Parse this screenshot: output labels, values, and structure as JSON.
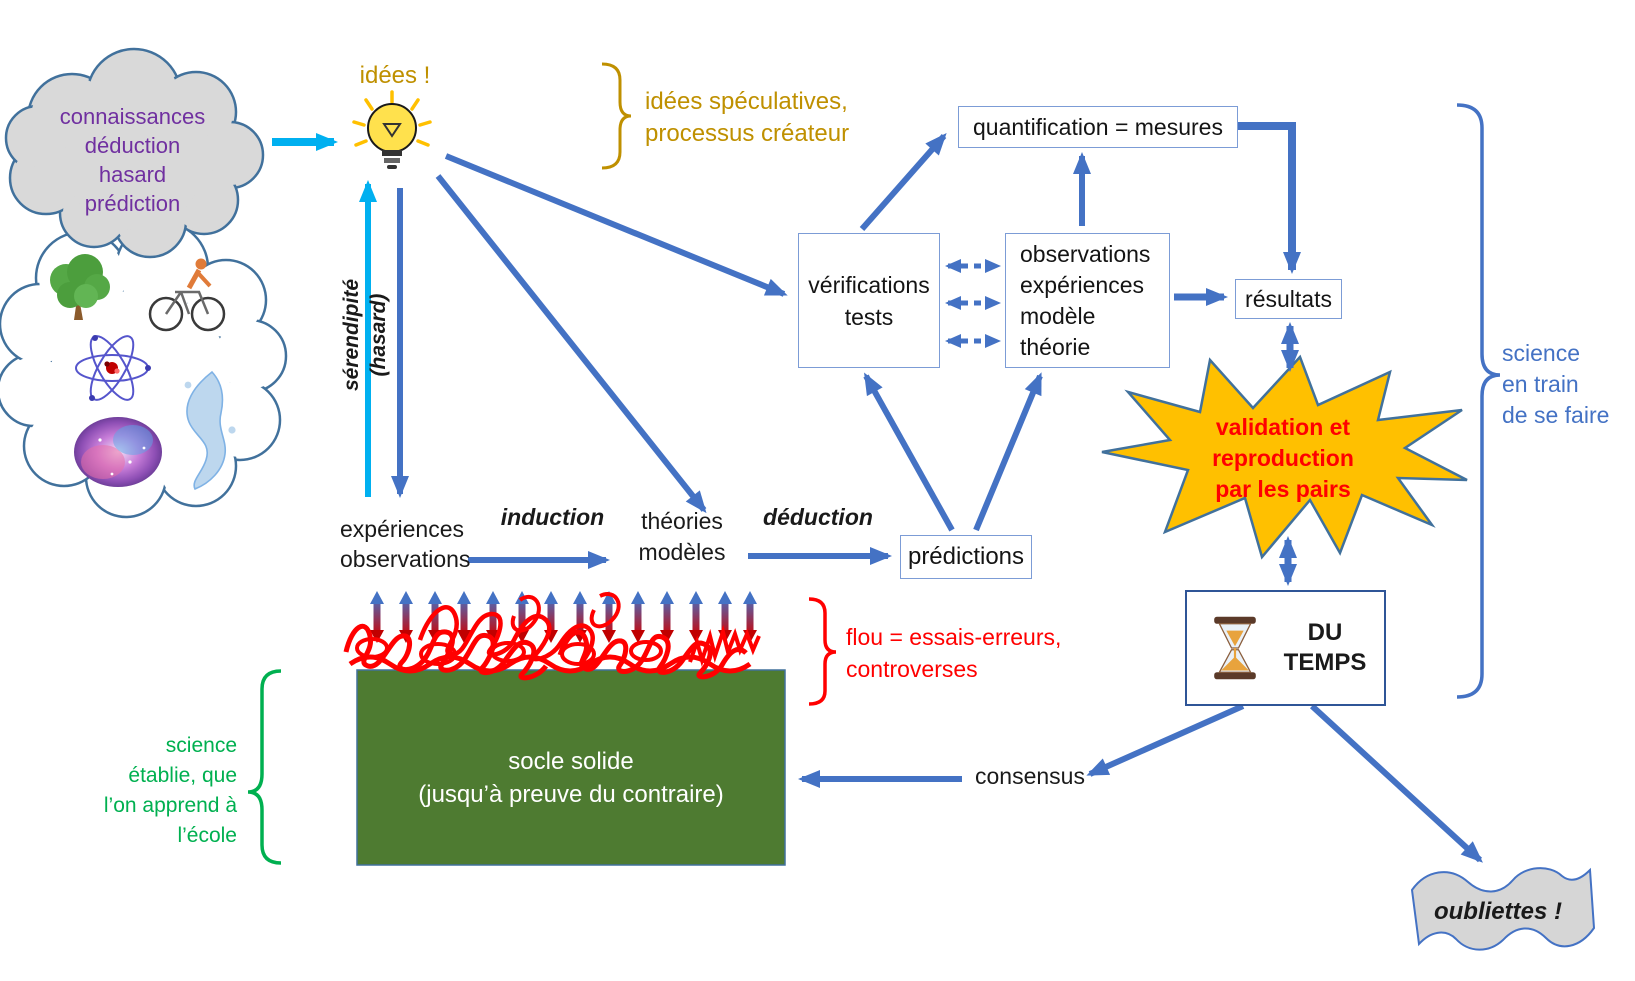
{
  "labels": {
    "connaissances": "connaissances\ndéduction\nhasard\nprédiction",
    "idees": "idées !",
    "serendipite": "sérendipité (hasard)",
    "speculatives": "idées spéculatives,\nprocessus créateur",
    "quantification": "quantification = mesures",
    "verifications": "vérifications\ntests",
    "observations": "observations\nexpériences\nmodèle\nthéorie",
    "resultats": "résultats",
    "validation": "validation et\nreproduction\npar les pairs",
    "predictions": "prédictions",
    "experiences": "expériences\nobservations",
    "induction": "induction",
    "theories": "théories\nmodèles",
    "deduction": "déduction",
    "flou": "flou = essais-erreurs,\ncontroverses",
    "socle": "socle solide\n(jusqu’à preuve du contraire)",
    "science_etablie": "science\nétablie, que\nl’on apprend à\nl’école",
    "science_en_train": "science\nen train\nde se faire",
    "consensus": "consensus",
    "du_temps": "DU\nTEMPS",
    "oubliettes": "oubliettes !"
  },
  "icons": [
    "tree-icon",
    "cyclist-icon",
    "atom-icon",
    "water-icon",
    "nebula-icon",
    "lightbulb-icon",
    "hourglass-icon"
  ],
  "colors": {
    "arrow_blue": "#4472C4",
    "cyan": "#00B0F0",
    "gold": "#BF9000",
    "purple": "#7030A0",
    "red": "#FF0000",
    "green_text": "#00B050",
    "green_box": "#4E7B31",
    "starburst_fill": "#FFC000",
    "cloud_gray": "#D9D9D9",
    "oubliettes_gray": "#D6D6D6"
  }
}
